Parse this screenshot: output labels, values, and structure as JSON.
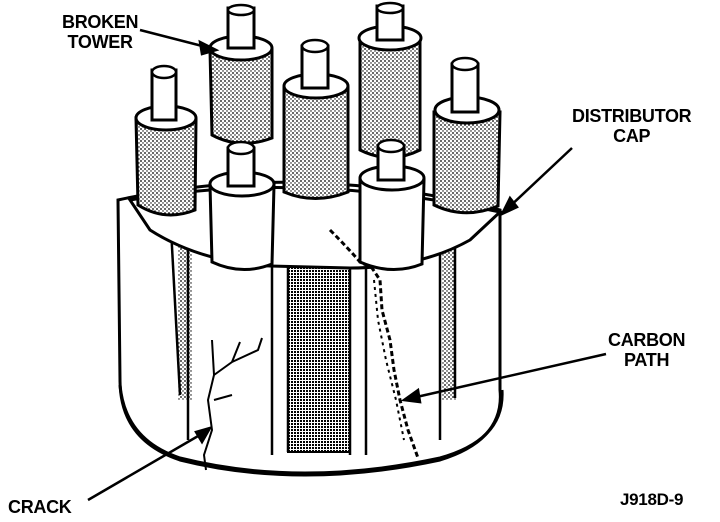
{
  "labels": {
    "broken_tower": [
      "BROKEN",
      "TOWER"
    ],
    "distributor_cap": [
      "DISTRIBUTOR",
      "CAP"
    ],
    "carbon_path": [
      "CARBON",
      "PATH"
    ],
    "crack": "CRACK",
    "figure_code": "J918D-9"
  }
}
